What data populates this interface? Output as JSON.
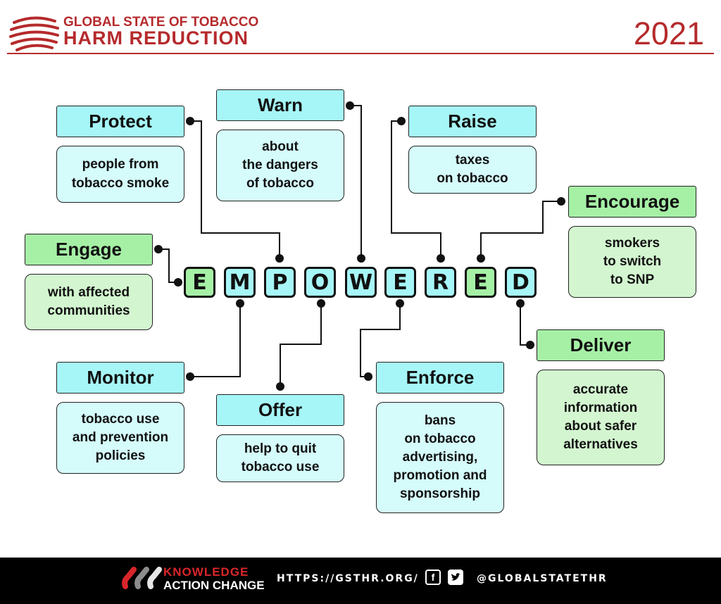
{
  "header": {
    "brand_top": "GLOBAL STATE OF TOBACCO",
    "brand_bottom": "HARM REDUCTION",
    "year": "2021"
  },
  "colors": {
    "brand_red": "#b52a2c",
    "cyan_head": "#a7f6f7",
    "cyan_body": "#d5fbfb",
    "green_head": "#a6f0a6",
    "green_body": "#d3f6d0"
  },
  "acronym": [
    "E",
    "M",
    "P",
    "O",
    "W",
    "E",
    "R",
    "E",
    "D"
  ],
  "nodes": {
    "protect": {
      "title": "Protect",
      "text": [
        "people from",
        "tobacco smoke"
      ]
    },
    "warn": {
      "title": "Warn",
      "text": [
        "about",
        "the dangers",
        "of tobacco"
      ]
    },
    "raise": {
      "title": "Raise",
      "text": [
        "taxes",
        "on tobacco"
      ]
    },
    "encourage": {
      "title": "Encourage",
      "text": [
        "smokers",
        "to switch",
        "to SNP"
      ]
    },
    "engage": {
      "title": "Engage",
      "text": [
        "with affected",
        "communities"
      ]
    },
    "monitor": {
      "title": "Monitor",
      "text": [
        "tobacco use",
        "and prevention",
        "policies"
      ]
    },
    "offer": {
      "title": "Offer",
      "text": [
        "help to quit",
        "tobacco use"
      ]
    },
    "enforce": {
      "title": "Enforce",
      "text": [
        "bans",
        "on tobacco",
        "advertising,",
        "promotion and",
        "sponsorship"
      ]
    },
    "deliver": {
      "title": "Deliver",
      "text": [
        "accurate",
        "information",
        "about safer",
        "alternatives"
      ]
    }
  },
  "footer": {
    "logo_line1": "KNOWLEDGE",
    "logo_line2": "ACTION CHANGE",
    "url": "HTTPS://GSTHR.ORG/",
    "facebook_icon": "facebook-icon",
    "twitter_icon": "twitter-icon",
    "handle": "@GLOBALSTATETHR"
  }
}
